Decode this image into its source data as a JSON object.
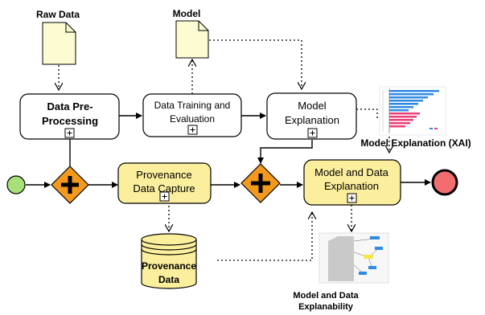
{
  "artifacts": {
    "raw_data": "Raw Data",
    "model": "Model",
    "xai_image_caption": "Model Explanation (XAI)",
    "explainability_caption_line1": "Model and Data",
    "explainability_caption_line2": "Explanability",
    "provenance_store_line1": "Provenance",
    "provenance_store_line2": "Data"
  },
  "tasks": {
    "preprocessing_line1": "Data Pre-",
    "preprocessing_line2": "Processing",
    "training_line1": "Data Training and",
    "training_line2": "Evaluation",
    "model_explanation_line1": "Model",
    "model_explanation_line2": "Explanation",
    "provenance_capture_line1": "Provenance",
    "provenance_capture_line2": "Data Capture",
    "model_data_explanation_line1": "Model and Data",
    "model_data_explanation_line2": "Explanation"
  },
  "colors": {
    "task_yellow": "#fbee9c",
    "task_white": "#ffffff",
    "doc_yellow": "#fdfbd2",
    "gateway_orange": "#f39a1e",
    "start_green": "#a7e07a",
    "end_red": "#f26d6f",
    "xai_blue": "#2f8ae0",
    "xai_pink": "#e8417a"
  },
  "icons": {
    "subprocess_marker": "plus-square-icon",
    "gateway_marker": "plus-icon"
  }
}
